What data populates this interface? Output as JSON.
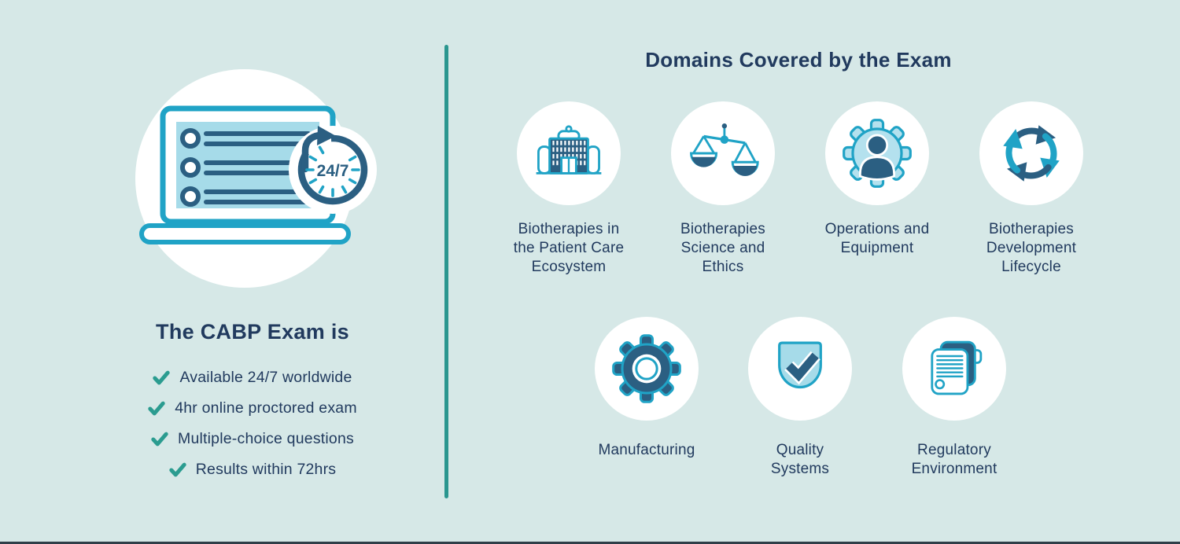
{
  "left_panel": {
    "illustration": {
      "name": "laptop-with-247-clock",
      "clock_label": "24/7"
    },
    "heading": "The CABP Exam is",
    "features": [
      "Available 24/7 worldwide",
      "4hr online proctored exam",
      "Multiple-choice questions",
      "Results within 72hrs"
    ]
  },
  "right_panel": {
    "heading": "Domains Covered by the Exam",
    "domains": [
      {
        "label": "Biotherapies in\nthe Patient Care\nEcosystem",
        "icon": "hospital-building-icon"
      },
      {
        "label": "Biotherapies\nScience and\nEthics",
        "icon": "balance-scale-icon"
      },
      {
        "label": "Operations and\nEquipment",
        "icon": "gear-person-icon"
      },
      {
        "label": "Biotherapies\nDevelopment\nLifecycle",
        "icon": "cycle-arrows-icon"
      },
      {
        "label": "Manufacturing",
        "icon": "gear-icon"
      },
      {
        "label": "Quality\nSystems",
        "icon": "shield-check-icon"
      },
      {
        "label": "Regulatory\nEnvironment",
        "icon": "documents-icon"
      }
    ]
  },
  "colors": {
    "background": "#d6e8e7",
    "teal": "#20a3c6",
    "light_blue": "#a6dbe9",
    "navy": "#2b5f82",
    "text_navy": "#213a5e",
    "check_green": "#2b9c90",
    "divider_teal": "#2a968f",
    "white": "#ffffff"
  }
}
